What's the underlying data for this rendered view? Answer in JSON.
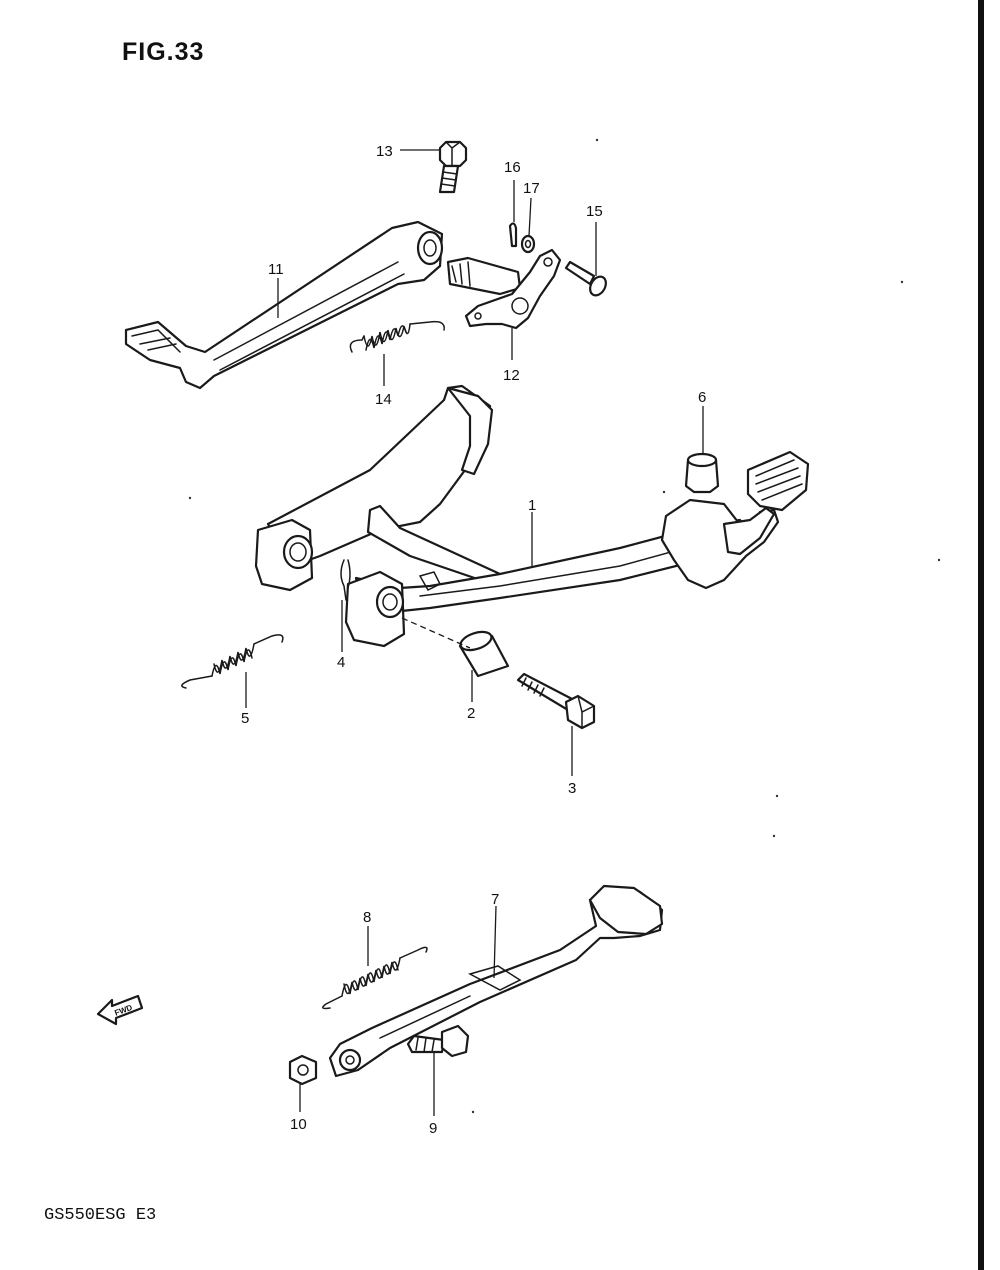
{
  "figure": {
    "title": "FIG.33"
  },
  "footer": {
    "model_code": "GS550ESG  E3"
  },
  "direction_marker": {
    "label": "FWD",
    "icon": "fwd-arrow-icon"
  },
  "callouts": [
    "1",
    "2",
    "3",
    "4",
    "5",
    "6",
    "7",
    "8",
    "9",
    "10",
    "11",
    "12",
    "13",
    "14",
    "15",
    "16",
    "17"
  ]
}
